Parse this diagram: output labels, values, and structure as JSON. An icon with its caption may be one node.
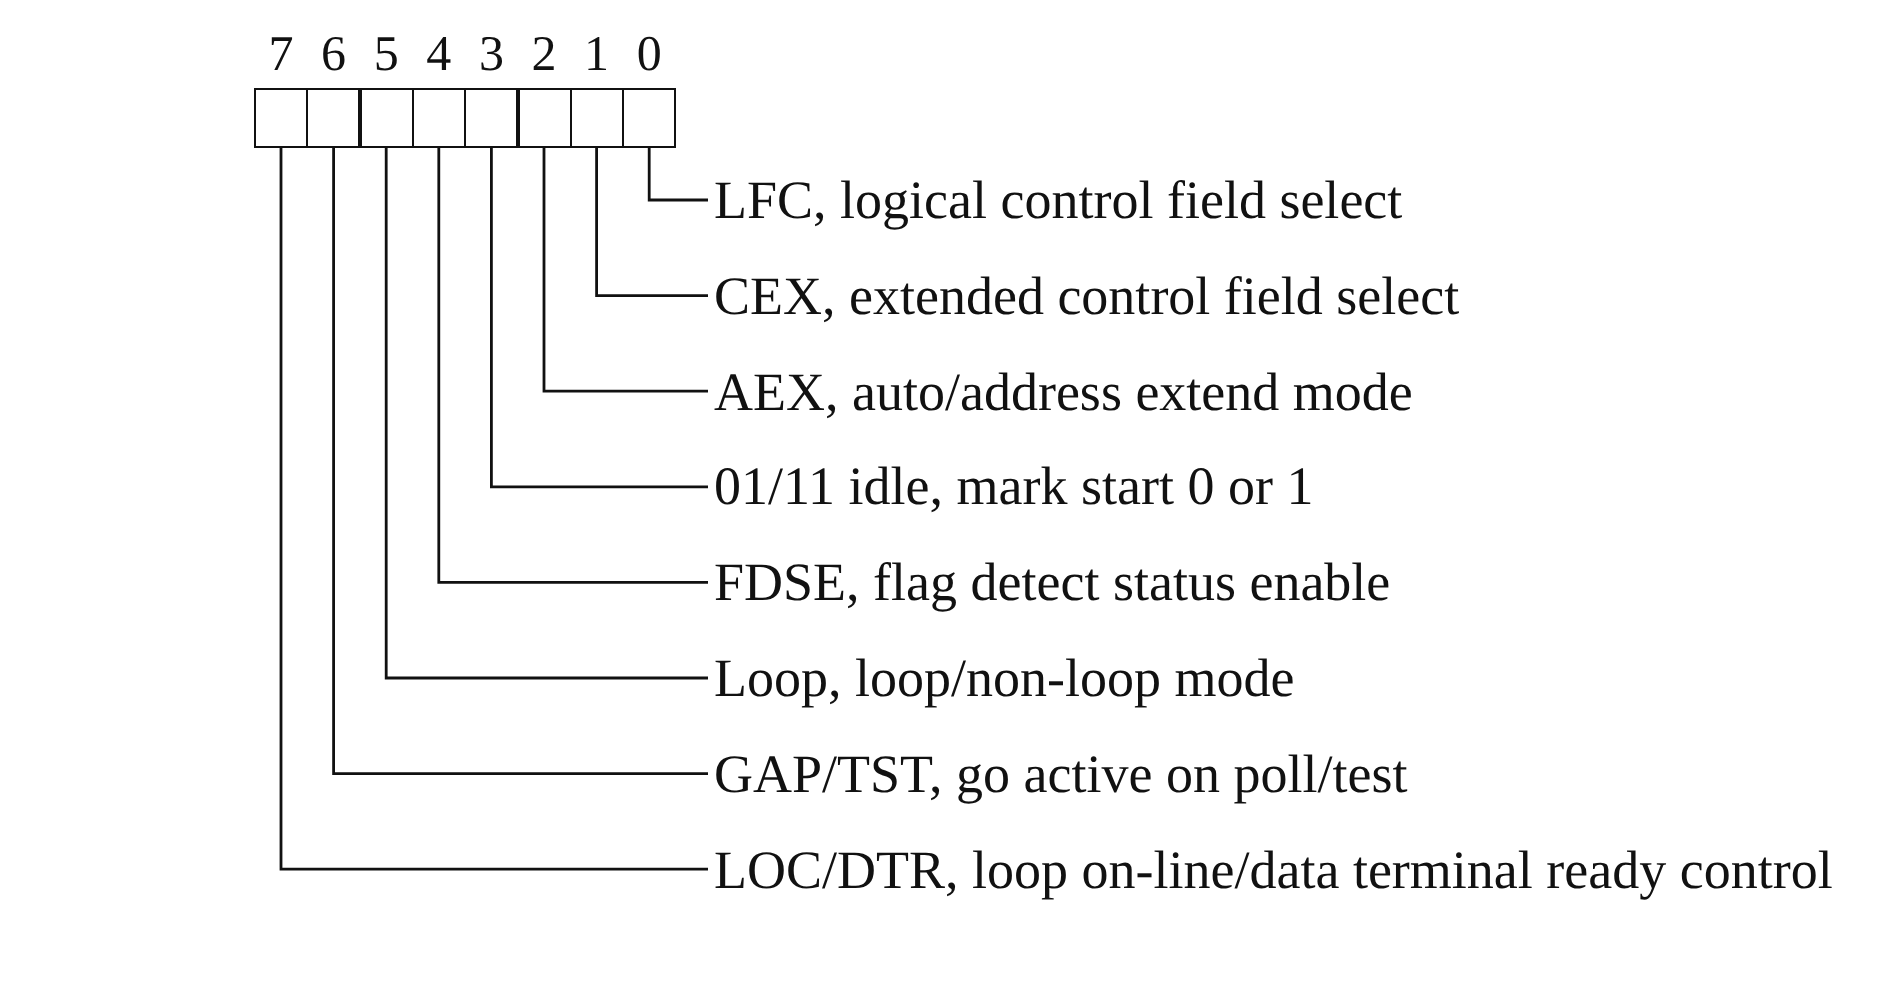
{
  "diagram": {
    "nodes": [
      {
        "text": [],
        "shape": "box",
        "beside": [
          "7"
        ]
      },
      {
        "text": [],
        "shape": "box",
        "beside": [
          "6"
        ]
      },
      {
        "text": [],
        "shape": "box",
        "beside": [
          "5"
        ]
      },
      {
        "text": [],
        "shape": "box",
        "beside": [
          "4"
        ]
      },
      {
        "text": [],
        "shape": "box",
        "beside": [
          "3"
        ]
      },
      {
        "text": [],
        "shape": "box",
        "beside": [
          "2"
        ]
      },
      {
        "text": [],
        "shape": "box",
        "beside": [
          "1"
        ]
      },
      {
        "text": [],
        "shape": "box",
        "beside": [
          "0"
        ]
      },
      {
        "text": [
          "LFC, logical control field select"
        ]
      },
      {
        "text": [
          "CEX, extended control field select"
        ]
      },
      {
        "text": [
          "AEX, auto/address extend mode"
        ]
      },
      {
        "text": [
          "01/11 idle, mark start 0 or 1"
        ]
      },
      {
        "text": [
          "FDSE, flag detect status enable"
        ]
      },
      {
        "text": [
          "Loop, loop/non-loop mode"
        ]
      },
      {
        "text": [
          "GAP/TST, go active on poll/test"
        ]
      },
      {
        "text": [
          "LOC/DTR, loop on-line/data terminal ready control"
        ]
      }
    ],
    "edges": [
      {
        "from": 8,
        "to": 7,
        "arrow": "none"
      },
      {
        "from": 9,
        "to": 6,
        "arrow": "none"
      },
      {
        "from": 10,
        "to": 5,
        "arrow": "none"
      },
      {
        "from": 11,
        "to": 4,
        "arrow": "none"
      },
      {
        "from": 12,
        "to": 3,
        "arrow": "none"
      },
      {
        "from": 13,
        "to": 2,
        "arrow": "none"
      },
      {
        "from": 14,
        "to": 1,
        "arrow": "none"
      },
      {
        "from": 15,
        "to": 0,
        "arrow": "none"
      }
    ]
  }
}
